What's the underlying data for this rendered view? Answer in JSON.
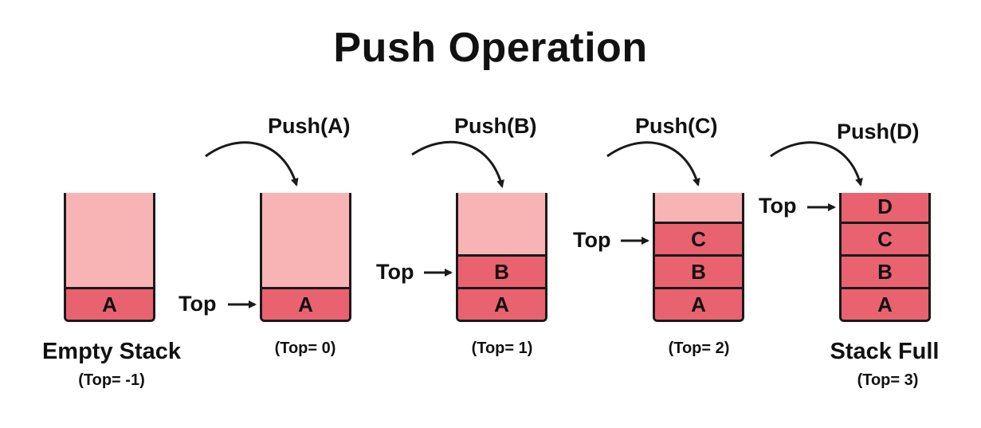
{
  "title": "Push Operation",
  "colors": {
    "empty_slot": "#f8b4b4",
    "filled_slot": "#e9626f",
    "outline": "#1a1a1a"
  },
  "stacks": [
    {
      "push_label": "",
      "items": [
        "A"
      ],
      "top_label": "",
      "caption_main": "Empty Stack",
      "caption": "(Top= -1)"
    },
    {
      "push_label": "Push(A)",
      "items": [
        "A"
      ],
      "top_label": "Top",
      "caption_main": "",
      "caption": "(Top= 0)"
    },
    {
      "push_label": "Push(B)",
      "items": [
        "A",
        "B"
      ],
      "top_label": "Top",
      "caption_main": "",
      "caption": "(Top= 1)"
    },
    {
      "push_label": "Push(C)",
      "items": [
        "A",
        "B",
        "C"
      ],
      "top_label": "Top",
      "caption_main": "",
      "caption": "(Top= 2)"
    },
    {
      "push_label": "Push(D)",
      "items": [
        "A",
        "B",
        "C",
        "D"
      ],
      "top_label": "Top",
      "caption_main": "Stack Full",
      "caption": "(Top= 3)"
    }
  ]
}
